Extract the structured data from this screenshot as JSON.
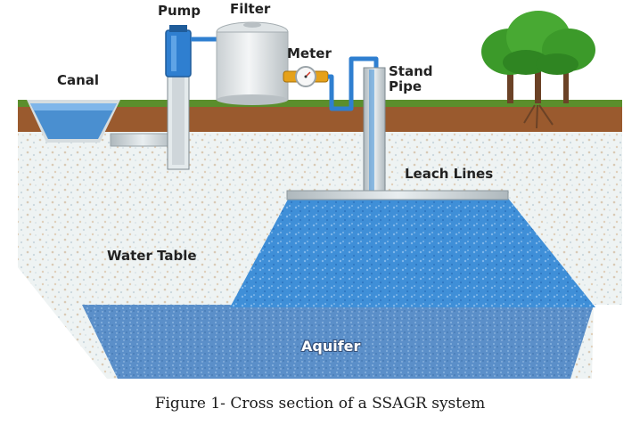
{
  "labels": {
    "pump": "Pump",
    "filter": "Filter",
    "meter": "Meter",
    "stand_pipe_line1": "Stand",
    "stand_pipe_line2": "Pipe",
    "canal": "Canal",
    "leach_lines": "Leach Lines",
    "water_table": "Water Table",
    "aquifer": "Aquifer"
  },
  "caption": "Figure 1- Cross section of a SSAGR system",
  "colors": {
    "soil": "#9a5a2e",
    "grass": "#5b8e2c",
    "ground_fill": "#eef3f3",
    "canal_water": "#4a8fd0",
    "recharge_zone": "#3f8fd8",
    "aquifer": "#5b8fc9",
    "pipe": "#cfd6da",
    "pump_body": "#2f7fd0",
    "tree": "#3c9a2a",
    "trunk": "#6b4226"
  }
}
